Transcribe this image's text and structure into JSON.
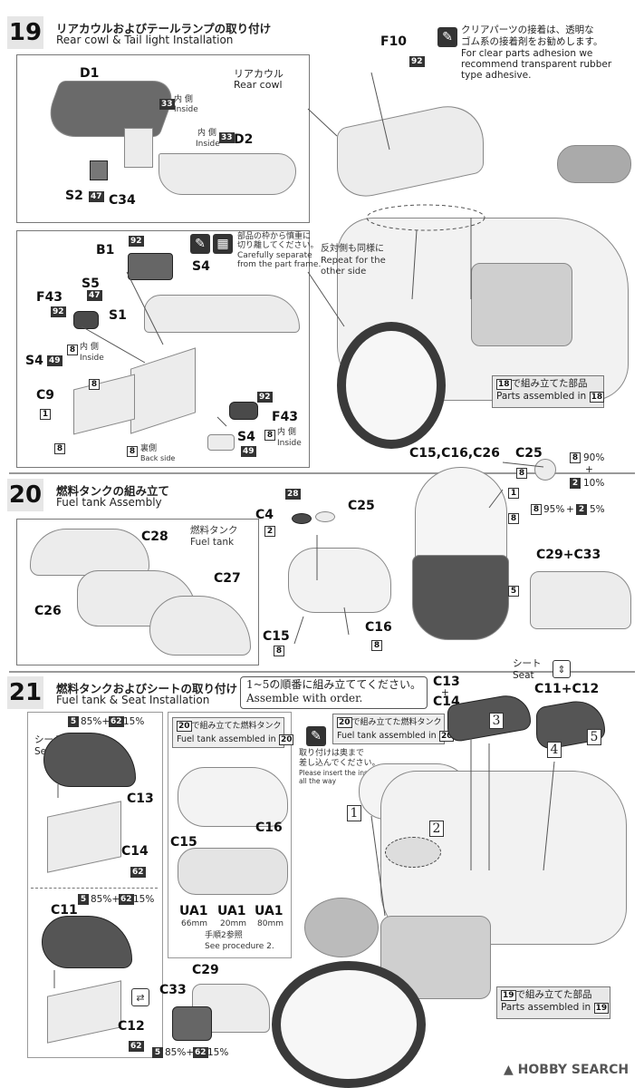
{
  "step19": {
    "number": "19",
    "title_jp": "リアカウルおよびテールランプの取り付け",
    "title_en": "Rear cowl & Tail light Installation",
    "clear_note_jp_1": "クリアパーツの接着は、透明な",
    "clear_note_jp_2": "ゴム系の接着剤をお勧めします。",
    "clear_note_en_1": "For clear parts adhesion we",
    "clear_note_en_2": "recommend transparent rubber",
    "clear_note_en_3": "type adhesive.",
    "rear_cowl_jp": "リアカウル",
    "rear_cowl_en": "Rear cowl",
    "inside_jp": "内 側",
    "inside_en": "Inside",
    "careful_jp_1": "部品の枠から慎重に",
    "careful_jp_2": "切り離してください。",
    "careful_en_1": "Carefully separate",
    "careful_en_2": "from the part frame.",
    "repeat_jp": "反対側も同様に",
    "repeat_en_1": "Repeat for the",
    "repeat_en_2": "other side",
    "back_jp": "裏側",
    "back_en": "Back side",
    "parts_18_jp": "で組み立てた部品",
    "parts_18_en": "Parts assembled in",
    "ref18": "18",
    "labels": {
      "D1": "D1",
      "D2": "D2",
      "S2": "S2",
      "C34": "C34",
      "F10": "F10",
      "B1": "B1",
      "S5": "S5",
      "S1": "S1",
      "F43a": "F43",
      "S4a": "S4",
      "S4b": "S4",
      "C9": "C9",
      "F43b": "F43",
      "S4c": "S4"
    },
    "codes": {
      "c33": "33",
      "c47": "47",
      "c92": "92",
      "c49": "49",
      "c8": "8",
      "c1": "1"
    }
  },
  "step20": {
    "number": "20",
    "title_jp": "燃料タンクの組み立て",
    "title_en": "Fuel tank Assembly",
    "tank_jp": "燃料タンク",
    "tank_en": "Fuel tank",
    "labels": {
      "C28": "C28",
      "C26": "C26",
      "C27": "C27",
      "C4": "C4",
      "C25a": "C25",
      "C15": "C15",
      "C16": "C16",
      "C15C16C26": "C15,C16,C26",
      "C25b": "C25",
      "C29C33": "C29+C33"
    },
    "codes": {
      "c28": "28",
      "c2": "2",
      "c8": "8",
      "c1": "1",
      "c5": "5"
    },
    "mix_1_pct": "90%",
    "plus": "+",
    "mix_2_pct": "10%",
    "mix_3_a": "95%",
    "mix_3_plus": "+",
    "mix_3_b": "5%"
  },
  "step21": {
    "number": "21",
    "title_jp": "燃料タンクおよびシートの取り付け",
    "title_en": "Fuel tank & Seat Installation",
    "order_jp": "1~5の順番に組み立ててください。",
    "order_en": "Assemble with order.",
    "seat_jp": "シート",
    "seat_en": "Seat",
    "mix_seat": "85%+",
    "mix_seat_b": "15%",
    "fuel_tank_20_jp": "で組み立てた燃料タンク",
    "fuel_tank_20_en": "Fuel tank assembled in",
    "ref20": "20",
    "insert_jp_1": "取り付けは奥まで",
    "insert_jp_2": "差し込んでください。",
    "insert_en_1": "Please insert the installation",
    "insert_en_2": "all the way",
    "ua1": "UA1",
    "ua_66": "66mm",
    "ua_20": "20mm",
    "ua_80": "80mm",
    "proc_jp": "手順2参照",
    "proc_en": "See procedure 2.",
    "parts_19_jp": "で組み立てた部品",
    "parts_19_en": "Parts assembled in",
    "ref19": "19",
    "labels": {
      "C13": "C13",
      "C14": "C14",
      "C11": "C11",
      "C12": "C12",
      "C29": "C29",
      "C33": "C33",
      "C16": "C16",
      "C15": "C15",
      "C13C14_a": "C13",
      "C13C14_plus": "+",
      "C13C14_b": "C14",
      "C11C12": "C11+C12"
    },
    "codes": {
      "c5": "5",
      "c62": "62"
    },
    "order_nums": [
      "1",
      "2",
      "3",
      "4",
      "5"
    ]
  },
  "watermark": "HOBBY SEARCH"
}
